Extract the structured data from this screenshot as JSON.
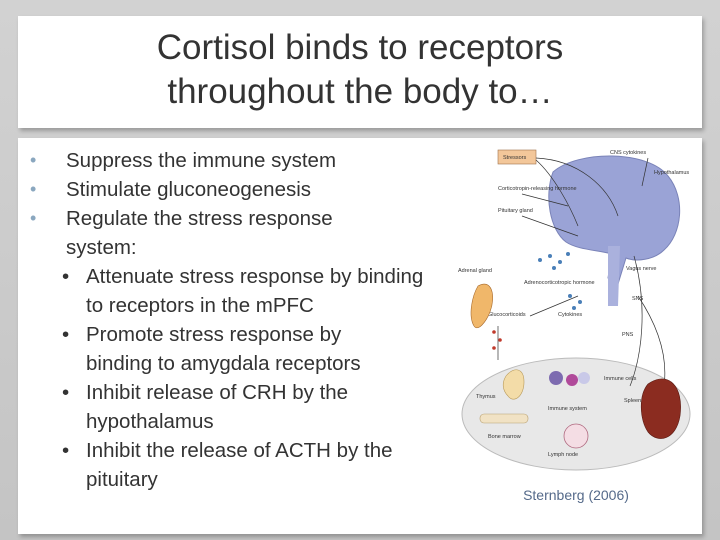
{
  "slide": {
    "title_line1": "Cortisol binds to receptors",
    "title_line2": "throughout the body to…",
    "bullets": [
      "Suppress the immune system",
      "Stimulate gluconeogenesis",
      "Regulate the stress response system:"
    ],
    "sub_bullets": [
      "Attenuate stress response by binding to receptors in the mPFC",
      "Promote stress response by binding to amygdala receptors",
      "Inhibit release of CRH by the hypothalamus",
      "Inhibit the release of ACTH by the pituitary"
    ],
    "caption": "Sternberg (2006)"
  },
  "figure": {
    "labels": {
      "stressors": "Stressors",
      "cns_cytokines": "CNS cytokines",
      "hypothalamus": "Hypothalamus",
      "crh": "Corticotropin-releasing hormone",
      "pituitary": "Pituitary gland",
      "acth": "Adrenocorticotropic hormone",
      "vagus": "Vagus nerve",
      "adrenal": "Adrenal gland",
      "cytokines": "Cytokines",
      "sns": "SNS",
      "glucocorticoids": "Glucocorticoids",
      "pns": "PNS",
      "immune_cells": "Immune cells",
      "thymus": "Thymus",
      "spleen": "Spleen",
      "immune_system": "Immune system",
      "bone_marrow": "Bone marrow",
      "lymph_node": "Lymph node"
    }
  }
}
